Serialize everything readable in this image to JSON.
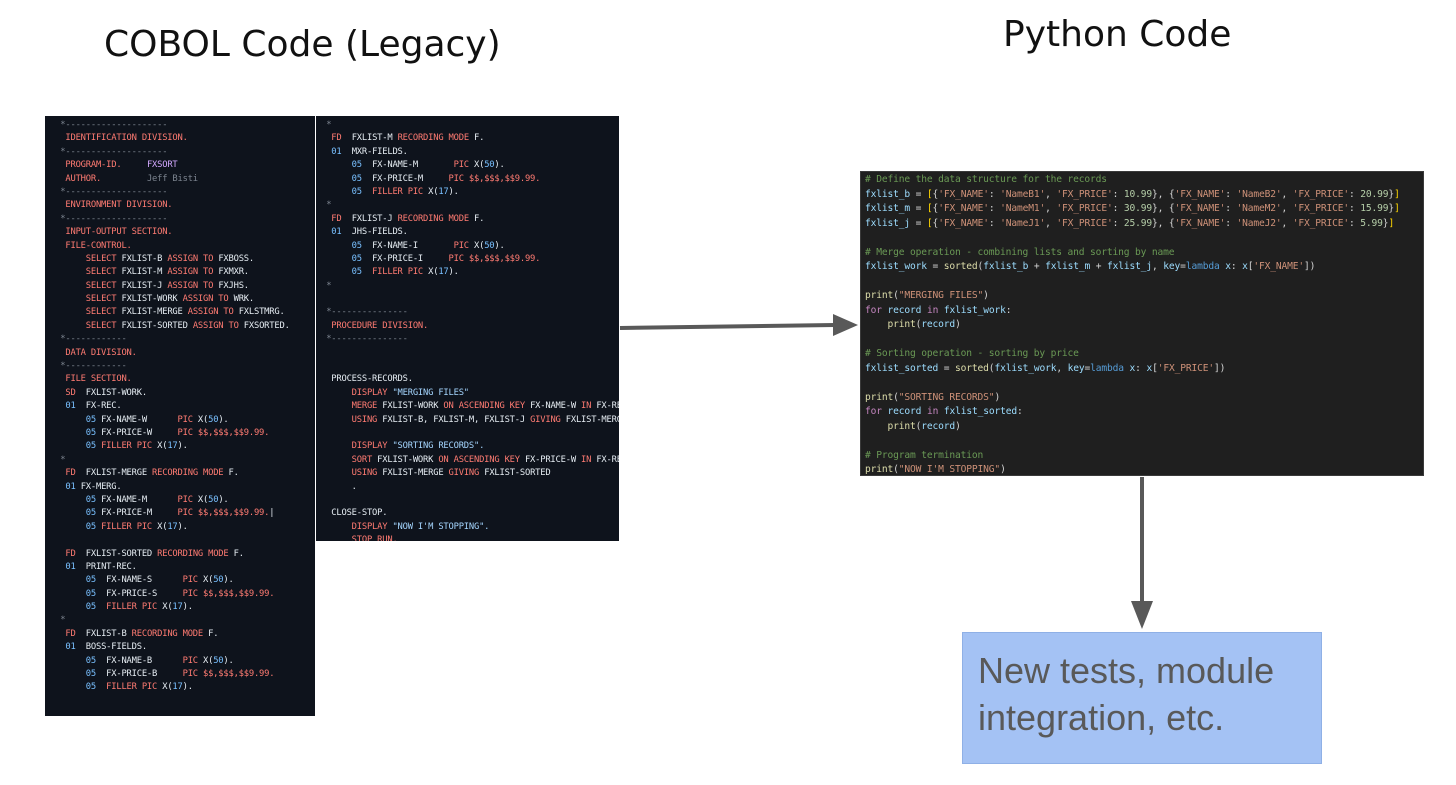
{
  "titles": {
    "cobol": "COBOL Code (Legacy)",
    "python": "Python Code"
  },
  "cobol_left": [
    [
      [
        "cm",
        "   *--------------------"
      ]
    ],
    [
      [
        "kw",
        "    IDENTIFICATION DIVISION."
      ]
    ],
    [
      [
        "cm",
        "   *--------------------"
      ]
    ],
    [
      [
        "kw",
        "    PROGRAM-ID."
      ],
      [
        "tx",
        "     "
      ],
      [
        "nm2",
        "FXSORT"
      ]
    ],
    [
      [
        "kw",
        "    AUTHOR."
      ],
      [
        "tx",
        "         "
      ],
      [
        "cm",
        "Jeff Bisti"
      ]
    ],
    [
      [
        "cm",
        "   *--------------------"
      ]
    ],
    [
      [
        "kw",
        "    ENVIRONMENT DIVISION."
      ]
    ],
    [
      [
        "cm",
        "   *--------------------"
      ]
    ],
    [
      [
        "kw",
        "    INPUT-OUTPUT SECTION."
      ]
    ],
    [
      [
        "kw",
        "    FILE-CONTROL."
      ]
    ],
    [
      [
        "tx",
        "        "
      ],
      [
        "kw",
        "SELECT "
      ],
      [
        "tx",
        "FXLIST-B "
      ],
      [
        "kw",
        "ASSIGN TO "
      ],
      [
        "tx",
        "FXBOSS."
      ]
    ],
    [
      [
        "tx",
        "        "
      ],
      [
        "kw",
        "SELECT "
      ],
      [
        "tx",
        "FXLIST-M "
      ],
      [
        "kw",
        "ASSIGN TO "
      ],
      [
        "tx",
        "FXMXR."
      ]
    ],
    [
      [
        "tx",
        "        "
      ],
      [
        "kw",
        "SELECT "
      ],
      [
        "tx",
        "FXLIST-J "
      ],
      [
        "kw",
        "ASSIGN TO "
      ],
      [
        "tx",
        "FXJHS."
      ]
    ],
    [
      [
        "tx",
        "        "
      ],
      [
        "kw",
        "SELECT "
      ],
      [
        "tx",
        "FXLIST-WORK "
      ],
      [
        "kw",
        "ASSIGN TO "
      ],
      [
        "tx",
        "WRK."
      ]
    ],
    [
      [
        "tx",
        "        "
      ],
      [
        "kw",
        "SELECT "
      ],
      [
        "tx",
        "FXLIST-MERGE "
      ],
      [
        "kw",
        "ASSIGN TO "
      ],
      [
        "tx",
        "FXLSTMRG."
      ]
    ],
    [
      [
        "tx",
        "        "
      ],
      [
        "kw",
        "SELECT "
      ],
      [
        "tx",
        "FXLIST-SORTED "
      ],
      [
        "kw",
        "ASSIGN TO "
      ],
      [
        "tx",
        "FXSORTED."
      ]
    ],
    [
      [
        "cm",
        "   *------------"
      ]
    ],
    [
      [
        "kw",
        "    DATA DIVISION."
      ]
    ],
    [
      [
        "cm",
        "   *------------"
      ]
    ],
    [
      [
        "kw",
        "    FILE SECTION."
      ]
    ],
    [
      [
        "kw",
        "    SD  "
      ],
      [
        "tx",
        "FXLIST-WORK."
      ]
    ],
    [
      [
        "nm",
        "    01  "
      ],
      [
        "tx",
        "FX-REC."
      ]
    ],
    [
      [
        "nm",
        "        05 "
      ],
      [
        "tx",
        "FX-NAME-W      "
      ],
      [
        "kw",
        "PIC "
      ],
      [
        "tx",
        "X("
      ],
      [
        "nm",
        "50"
      ],
      [
        "tx",
        ")."
      ]
    ],
    [
      [
        "nm",
        "        05 "
      ],
      [
        "tx",
        "FX-PRICE-W     "
      ],
      [
        "kw",
        "PIC $$,$$$,$$9.99."
      ]
    ],
    [
      [
        "nm",
        "        05 "
      ],
      [
        "kw",
        "FILLER PIC "
      ],
      [
        "tx",
        "X("
      ],
      [
        "nm",
        "17"
      ],
      [
        "tx",
        ")."
      ]
    ],
    [
      [
        "cm",
        "   *"
      ]
    ],
    [
      [
        "kw",
        "    FD  "
      ],
      [
        "tx",
        "FXLIST-MERGE "
      ],
      [
        "kw",
        "RECORDING MODE "
      ],
      [
        "tx",
        "F."
      ]
    ],
    [
      [
        "nm",
        "    01 "
      ],
      [
        "tx",
        "FX-MERG."
      ]
    ],
    [
      [
        "nm",
        "        05 "
      ],
      [
        "tx",
        "FX-NAME-M      "
      ],
      [
        "kw",
        "PIC "
      ],
      [
        "tx",
        "X("
      ],
      [
        "nm",
        "50"
      ],
      [
        "tx",
        ")."
      ]
    ],
    [
      [
        "nm",
        "        05 "
      ],
      [
        "tx",
        "FX-PRICE-M     "
      ],
      [
        "kw",
        "PIC $$,$$$,$$9.99."
      ],
      [
        "tx",
        "|"
      ]
    ],
    [
      [
        "nm",
        "        05 "
      ],
      [
        "kw",
        "FILLER PIC "
      ],
      [
        "tx",
        "X("
      ],
      [
        "nm",
        "17"
      ],
      [
        "tx",
        ")."
      ]
    ],
    [
      [
        "tx",
        " "
      ]
    ],
    [
      [
        "kw",
        "    FD  "
      ],
      [
        "tx",
        "FXLIST-SORTED "
      ],
      [
        "kw",
        "RECORDING MODE "
      ],
      [
        "tx",
        "F."
      ]
    ],
    [
      [
        "nm",
        "    01  "
      ],
      [
        "tx",
        "PRINT-REC."
      ]
    ],
    [
      [
        "nm",
        "        05  "
      ],
      [
        "tx",
        "FX-NAME-S      "
      ],
      [
        "kw",
        "PIC "
      ],
      [
        "tx",
        "X("
      ],
      [
        "nm",
        "50"
      ],
      [
        "tx",
        ")."
      ]
    ],
    [
      [
        "nm",
        "        05  "
      ],
      [
        "tx",
        "FX-PRICE-S     "
      ],
      [
        "kw",
        "PIC $$,$$$,$$9.99."
      ]
    ],
    [
      [
        "nm",
        "        05  "
      ],
      [
        "kw",
        "FILLER PIC "
      ],
      [
        "tx",
        "X("
      ],
      [
        "nm",
        "17"
      ],
      [
        "tx",
        ")."
      ]
    ],
    [
      [
        "cm",
        "   *"
      ]
    ],
    [
      [
        "kw",
        "    FD  "
      ],
      [
        "tx",
        "FXLIST-B "
      ],
      [
        "kw",
        "RECORDING MODE "
      ],
      [
        "tx",
        "F."
      ]
    ],
    [
      [
        "nm",
        "    01  "
      ],
      [
        "tx",
        "BOSS-FIELDS."
      ]
    ],
    [
      [
        "nm",
        "        05  "
      ],
      [
        "tx",
        "FX-NAME-B      "
      ],
      [
        "kw",
        "PIC "
      ],
      [
        "tx",
        "X("
      ],
      [
        "nm",
        "50"
      ],
      [
        "tx",
        ")."
      ]
    ],
    [
      [
        "nm",
        "        05  "
      ],
      [
        "tx",
        "FX-PRICE-B     "
      ],
      [
        "kw",
        "PIC $$,$$$,$$9.99."
      ]
    ],
    [
      [
        "nm",
        "        05  "
      ],
      [
        "kw",
        "FILLER PIC "
      ],
      [
        "tx",
        "X("
      ],
      [
        "nm",
        "17"
      ],
      [
        "tx",
        ")."
      ]
    ]
  ],
  "cobol_right": [
    [
      [
        "cm",
        "  *"
      ]
    ],
    [
      [
        "kw",
        "   FD  "
      ],
      [
        "tx",
        "FXLIST-M "
      ],
      [
        "kw",
        "RECORDING MODE "
      ],
      [
        "tx",
        "F."
      ]
    ],
    [
      [
        "nm",
        "   01  "
      ],
      [
        "tx",
        "MXR-FIELDS."
      ]
    ],
    [
      [
        "nm",
        "       05  "
      ],
      [
        "tx",
        "FX-NAME-M       "
      ],
      [
        "kw",
        "PIC "
      ],
      [
        "tx",
        "X("
      ],
      [
        "nm",
        "50"
      ],
      [
        "tx",
        ")."
      ]
    ],
    [
      [
        "nm",
        "       05  "
      ],
      [
        "tx",
        "FX-PRICE-M     "
      ],
      [
        "kw",
        "PIC $$,$$$,$$9.99."
      ]
    ],
    [
      [
        "nm",
        "       05  "
      ],
      [
        "kw",
        "FILLER PIC "
      ],
      [
        "tx",
        "X("
      ],
      [
        "nm",
        "17"
      ],
      [
        "tx",
        ")."
      ]
    ],
    [
      [
        "cm",
        "  *"
      ]
    ],
    [
      [
        "kw",
        "   FD  "
      ],
      [
        "tx",
        "FXLIST-J "
      ],
      [
        "kw",
        "RECORDING MODE "
      ],
      [
        "tx",
        "F."
      ]
    ],
    [
      [
        "nm",
        "   01  "
      ],
      [
        "tx",
        "JHS-FIELDS."
      ]
    ],
    [
      [
        "nm",
        "       05  "
      ],
      [
        "tx",
        "FX-NAME-I       "
      ],
      [
        "kw",
        "PIC "
      ],
      [
        "tx",
        "X("
      ],
      [
        "nm",
        "50"
      ],
      [
        "tx",
        ")."
      ]
    ],
    [
      [
        "nm",
        "       05  "
      ],
      [
        "tx",
        "FX-PRICE-I     "
      ],
      [
        "kw",
        "PIC $$,$$$,$$9.99."
      ]
    ],
    [
      [
        "nm",
        "       05  "
      ],
      [
        "kw",
        "FILLER PIC "
      ],
      [
        "tx",
        "X("
      ],
      [
        "nm",
        "17"
      ],
      [
        "tx",
        ")."
      ]
    ],
    [
      [
        "cm",
        "  *"
      ]
    ],
    [
      [
        "tx",
        " "
      ]
    ],
    [
      [
        "cm",
        "  *---------------"
      ]
    ],
    [
      [
        "kw",
        "   PROCEDURE DIVISION."
      ]
    ],
    [
      [
        "cm",
        "  *---------------"
      ]
    ],
    [
      [
        "tx",
        " "
      ]
    ],
    [
      [
        "tx",
        " "
      ]
    ],
    [
      [
        "tx",
        "   PROCESS-RECORDS."
      ]
    ],
    [
      [
        "kw",
        "       DISPLAY "
      ],
      [
        "st",
        "\"MERGING FILES\""
      ]
    ],
    [
      [
        "kw",
        "       MERGE "
      ],
      [
        "tx",
        "FXLIST-WORK "
      ],
      [
        "kw",
        "ON ASCENDING KEY "
      ],
      [
        "tx",
        "FX-NAME-W "
      ],
      [
        "kw",
        "IN "
      ],
      [
        "tx",
        "FX-REC"
      ]
    ],
    [
      [
        "kw",
        "       USING "
      ],
      [
        "tx",
        "FXLIST-B, FXLIST-M, FXLIST-J "
      ],
      [
        "kw",
        "GIVING "
      ],
      [
        "tx",
        "FXLIST-MERGE"
      ]
    ],
    [
      [
        "tx",
        " "
      ]
    ],
    [
      [
        "kw",
        "       DISPLAY "
      ],
      [
        "st",
        "\"SORTING RECORDS\"."
      ]
    ],
    [
      [
        "kw",
        "       SORT "
      ],
      [
        "tx",
        "FXLIST-WORK "
      ],
      [
        "kw",
        "ON ASCENDING KEY "
      ],
      [
        "tx",
        "FX-PRICE-W "
      ],
      [
        "kw",
        "IN "
      ],
      [
        "tx",
        "FX-REC"
      ]
    ],
    [
      [
        "kw",
        "       USING "
      ],
      [
        "tx",
        "FXLIST-MERGE "
      ],
      [
        "kw",
        "GIVING "
      ],
      [
        "tx",
        "FXLIST-SORTED"
      ]
    ],
    [
      [
        "tx",
        "       ."
      ]
    ],
    [
      [
        "tx",
        " "
      ]
    ],
    [
      [
        "tx",
        "   CLOSE-STOP."
      ]
    ],
    [
      [
        "kw",
        "       DISPLAY "
      ],
      [
        "st",
        "\"NOW I'M STOPPING\"."
      ]
    ],
    [
      [
        "kw",
        "       STOP RUN."
      ]
    ]
  ],
  "python": [
    [
      [
        "p-cm",
        "# Define the data structure for the records"
      ]
    ],
    [
      [
        "p-var",
        "fxlist_b"
      ],
      [
        "p-op",
        " = "
      ],
      [
        "p-br",
        "["
      ],
      [
        "p-op",
        "{"
      ],
      [
        "p-str",
        "'FX_NAME'"
      ],
      [
        "p-op",
        ": "
      ],
      [
        "p-str",
        "'NameB1'"
      ],
      [
        "p-op",
        ", "
      ],
      [
        "p-str",
        "'FX_PRICE'"
      ],
      [
        "p-op",
        ": "
      ],
      [
        "p-num",
        "10.99"
      ],
      [
        "p-op",
        "}, {"
      ],
      [
        "p-str",
        "'FX_NAME'"
      ],
      [
        "p-op",
        ": "
      ],
      [
        "p-str",
        "'NameB2'"
      ],
      [
        "p-op",
        ", "
      ],
      [
        "p-str",
        "'FX_PRICE'"
      ],
      [
        "p-op",
        ": "
      ],
      [
        "p-num",
        "20.99"
      ],
      [
        "p-op",
        "}"
      ],
      [
        "p-br",
        "]"
      ]
    ],
    [
      [
        "p-var",
        "fxlist_m"
      ],
      [
        "p-op",
        " = "
      ],
      [
        "p-br",
        "["
      ],
      [
        "p-op",
        "{"
      ],
      [
        "p-str",
        "'FX_NAME'"
      ],
      [
        "p-op",
        ": "
      ],
      [
        "p-str",
        "'NameM1'"
      ],
      [
        "p-op",
        ", "
      ],
      [
        "p-str",
        "'FX_PRICE'"
      ],
      [
        "p-op",
        ": "
      ],
      [
        "p-num",
        "30.99"
      ],
      [
        "p-op",
        "}, {"
      ],
      [
        "p-str",
        "'FX_NAME'"
      ],
      [
        "p-op",
        ": "
      ],
      [
        "p-str",
        "'NameM2'"
      ],
      [
        "p-op",
        ", "
      ],
      [
        "p-str",
        "'FX_PRICE'"
      ],
      [
        "p-op",
        ": "
      ],
      [
        "p-num",
        "15.99"
      ],
      [
        "p-op",
        "}"
      ],
      [
        "p-br",
        "]"
      ]
    ],
    [
      [
        "p-var",
        "fxlist_j"
      ],
      [
        "p-op",
        " = "
      ],
      [
        "p-br",
        "["
      ],
      [
        "p-op",
        "{"
      ],
      [
        "p-str",
        "'FX_NAME'"
      ],
      [
        "p-op",
        ": "
      ],
      [
        "p-str",
        "'NameJ1'"
      ],
      [
        "p-op",
        ", "
      ],
      [
        "p-str",
        "'FX_PRICE'"
      ],
      [
        "p-op",
        ": "
      ],
      [
        "p-num",
        "25.99"
      ],
      [
        "p-op",
        "}, {"
      ],
      [
        "p-str",
        "'FX_NAME'"
      ],
      [
        "p-op",
        ": "
      ],
      [
        "p-str",
        "'NameJ2'"
      ],
      [
        "p-op",
        ", "
      ],
      [
        "p-str",
        "'FX_PRICE'"
      ],
      [
        "p-op",
        ": "
      ],
      [
        "p-num",
        "5.99"
      ],
      [
        "p-op",
        "}"
      ],
      [
        "p-br",
        "]"
      ]
    ],
    [
      [
        "p-op",
        " "
      ]
    ],
    [
      [
        "p-cm",
        "# Merge operation - combining lists and sorting by name"
      ]
    ],
    [
      [
        "p-var",
        "fxlist_work"
      ],
      [
        "p-op",
        " = "
      ],
      [
        "p-fn",
        "sorted"
      ],
      [
        "p-op",
        "("
      ],
      [
        "p-var",
        "fxlist_b"
      ],
      [
        "p-op",
        " + "
      ],
      [
        "p-var",
        "fxlist_m"
      ],
      [
        "p-op",
        " + "
      ],
      [
        "p-var",
        "fxlist_j"
      ],
      [
        "p-op",
        ", "
      ],
      [
        "p-var",
        "key"
      ],
      [
        "p-op",
        "="
      ],
      [
        "p-bl",
        "lambda"
      ],
      [
        "p-op",
        " "
      ],
      [
        "p-var",
        "x"
      ],
      [
        "p-op",
        ": "
      ],
      [
        "p-var",
        "x"
      ],
      [
        "p-op",
        "["
      ],
      [
        "p-str",
        "'FX_NAME'"
      ],
      [
        "p-op",
        "])"
      ]
    ],
    [
      [
        "p-op",
        " "
      ]
    ],
    [
      [
        "p-fn",
        "print"
      ],
      [
        "p-op",
        "("
      ],
      [
        "p-str",
        "\"MERGING FILES\""
      ],
      [
        "p-op",
        ")"
      ]
    ],
    [
      [
        "p-kw",
        "for"
      ],
      [
        "p-op",
        " "
      ],
      [
        "p-var",
        "record"
      ],
      [
        "p-op",
        " "
      ],
      [
        "p-kw",
        "in"
      ],
      [
        "p-op",
        " "
      ],
      [
        "p-var",
        "fxlist_work"
      ],
      [
        "p-op",
        ":"
      ]
    ],
    [
      [
        "p-op",
        "    "
      ],
      [
        "p-fn",
        "print"
      ],
      [
        "p-op",
        "("
      ],
      [
        "p-var",
        "record"
      ],
      [
        "p-op",
        ")"
      ]
    ],
    [
      [
        "p-op",
        " "
      ]
    ],
    [
      [
        "p-cm",
        "# Sorting operation - sorting by price"
      ]
    ],
    [
      [
        "p-var",
        "fxlist_sorted"
      ],
      [
        "p-op",
        " = "
      ],
      [
        "p-fn",
        "sorted"
      ],
      [
        "p-op",
        "("
      ],
      [
        "p-var",
        "fxlist_work"
      ],
      [
        "p-op",
        ", "
      ],
      [
        "p-var",
        "key"
      ],
      [
        "p-op",
        "="
      ],
      [
        "p-bl",
        "lambda"
      ],
      [
        "p-op",
        " "
      ],
      [
        "p-var",
        "x"
      ],
      [
        "p-op",
        ": "
      ],
      [
        "p-var",
        "x"
      ],
      [
        "p-op",
        "["
      ],
      [
        "p-str",
        "'FX_PRICE'"
      ],
      [
        "p-op",
        "])"
      ]
    ],
    [
      [
        "p-op",
        " "
      ]
    ],
    [
      [
        "p-fn",
        "print"
      ],
      [
        "p-op",
        "("
      ],
      [
        "p-str",
        "\"SORTING RECORDS\""
      ],
      [
        "p-op",
        ")"
      ]
    ],
    [
      [
        "p-kw",
        "for"
      ],
      [
        "p-op",
        " "
      ],
      [
        "p-var",
        "record"
      ],
      [
        "p-op",
        " "
      ],
      [
        "p-kw",
        "in"
      ],
      [
        "p-op",
        " "
      ],
      [
        "p-var",
        "fxlist_sorted"
      ],
      [
        "p-op",
        ":"
      ]
    ],
    [
      [
        "p-op",
        "    "
      ],
      [
        "p-fn",
        "print"
      ],
      [
        "p-op",
        "("
      ],
      [
        "p-var",
        "record"
      ],
      [
        "p-op",
        ")"
      ]
    ],
    [
      [
        "p-op",
        " "
      ]
    ],
    [
      [
        "p-cm",
        "# Program termination"
      ]
    ],
    [
      [
        "p-fn",
        "print"
      ],
      [
        "p-op",
        "("
      ],
      [
        "p-str",
        "\"NOW I'M STOPPING\""
      ],
      [
        "p-op",
        ")"
      ]
    ]
  ],
  "box": {
    "line1": "New tests, module",
    "line2": "integration, etc."
  },
  "colors": {
    "arrow": "#595959",
    "box_fill": "#a4c2f4"
  }
}
